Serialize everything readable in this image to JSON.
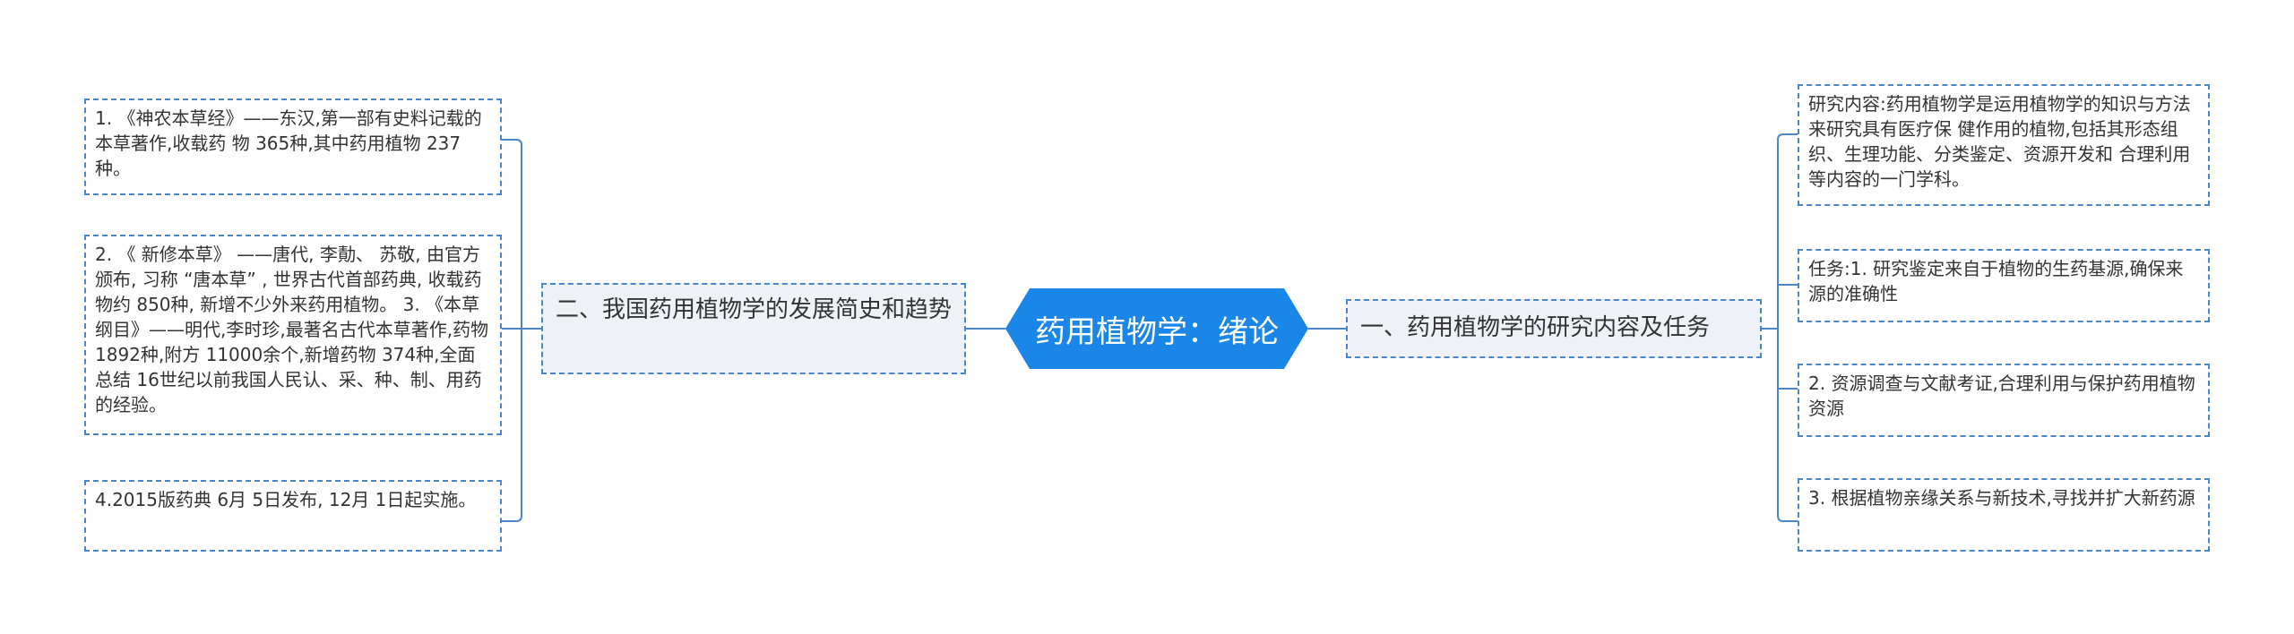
{
  "center": {
    "label": "药用植物学：绪论",
    "color": "#1a86e8"
  },
  "left_branch": {
    "label": "二、我国药用植物学的发展简史和趋势",
    "children": [
      "1. 《神农本草经》——东汉,第一部有史料记载的本草著作,收载药 物 365种,其中药用植物 237种。",
      "2. 《 新修本草》 ——唐代, 李勣、 苏敬, 由官方颁布, 习称 “唐本草” , 世界古代首部药典, 收载药物约 850种, 新增不少外来药用植物。 3. 《本草纲目》——明代,李时珍,最著名古代本草著作,药物 1892种,附方 11000余个,新增药物 374种,全面总结 16世纪以前我国人民认、采、种、制、用药的经验。",
      "4.2015版药典 6月 5日发布, 12月 1日起实施。"
    ]
  },
  "right_branch": {
    "label": "一、药用植物学的研究内容及任务",
    "children": [
      "研究内容:药用植物学是运用植物学的知识与方法来研究具有医疗保 健作用的植物,包括其形态组织、生理功能、分类鉴定、资源开发和 合理利用等内容的一门学科。",
      "任务:1. 研究鉴定来自于植物的生药基源,确保来源的准确性",
      "2. 资源调查与文献考证,合理利用与保护药用植物资源",
      "3. 根据植物亲缘关系与新技术,寻找并扩大新药源"
    ]
  },
  "colors": {
    "border": "#4a86c8",
    "branch_fill": "#eef1f5",
    "connector": "#4a86c8"
  }
}
